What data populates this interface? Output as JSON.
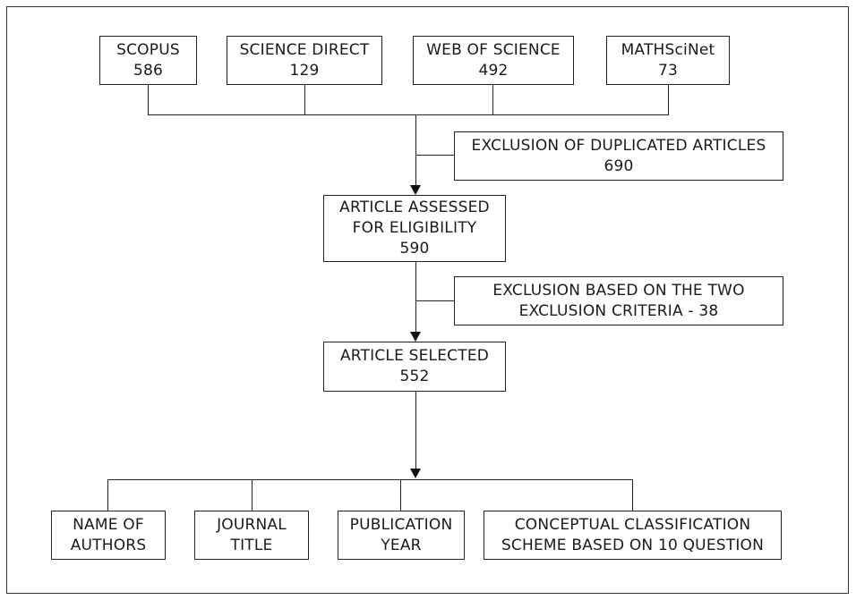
{
  "sources": [
    {
      "name": "SCOPUS",
      "count": "586"
    },
    {
      "name": "SCIENCE DIRECT",
      "count": "129"
    },
    {
      "name": "WEB OF SCIENCE",
      "count": "492"
    },
    {
      "name": "MATHSciNet",
      "count": "73"
    }
  ],
  "exclusion_duplicates": {
    "line1": "EXCLUSION OF DUPLICATED ARTICLES",
    "line2": "690"
  },
  "assessed": {
    "line1": "ARTICLE ASSESSED",
    "line2": "FOR ELIGIBILITY",
    "line3": "590"
  },
  "exclusion_criteria": {
    "line1": "EXCLUSION BASED ON THE TWO",
    "line2": "EXCLUSION CRITERIA - 38"
  },
  "selected": {
    "line1": "ARTICLE SELECTED",
    "line2": "552"
  },
  "outputs": [
    {
      "line1": "NAME OF",
      "line2": "AUTHORS"
    },
    {
      "line1": "JOURNAL",
      "line2": "TITLE"
    },
    {
      "line1": "PUBLICATION",
      "line2": "YEAR"
    },
    {
      "line1": "CONCEPTUAL CLASSIFICATION",
      "line2": "SCHEME BASED ON 10 QUESTION"
    }
  ]
}
